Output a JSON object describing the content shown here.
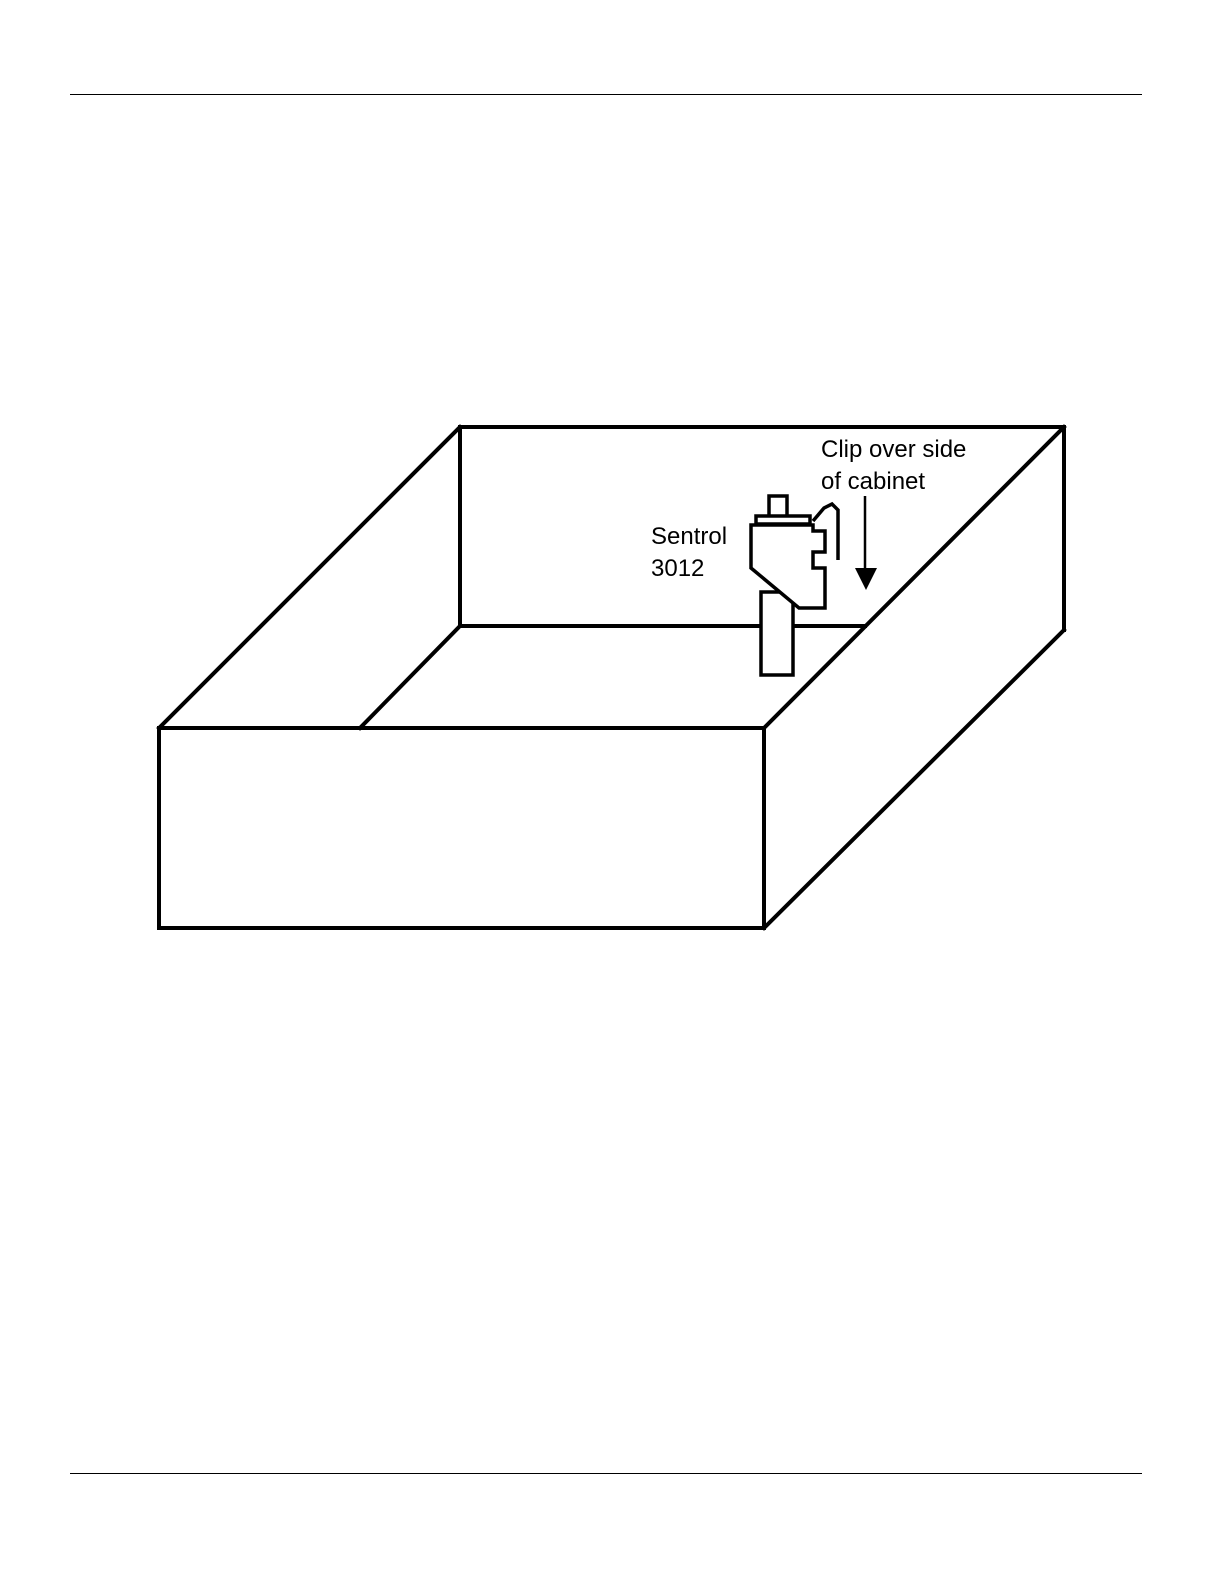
{
  "figure": {
    "device_label": {
      "line1": "Sentrol",
      "line2": "3012"
    },
    "clip_callout": {
      "line1": "Clip over side",
      "line2": "of cabinet"
    }
  }
}
